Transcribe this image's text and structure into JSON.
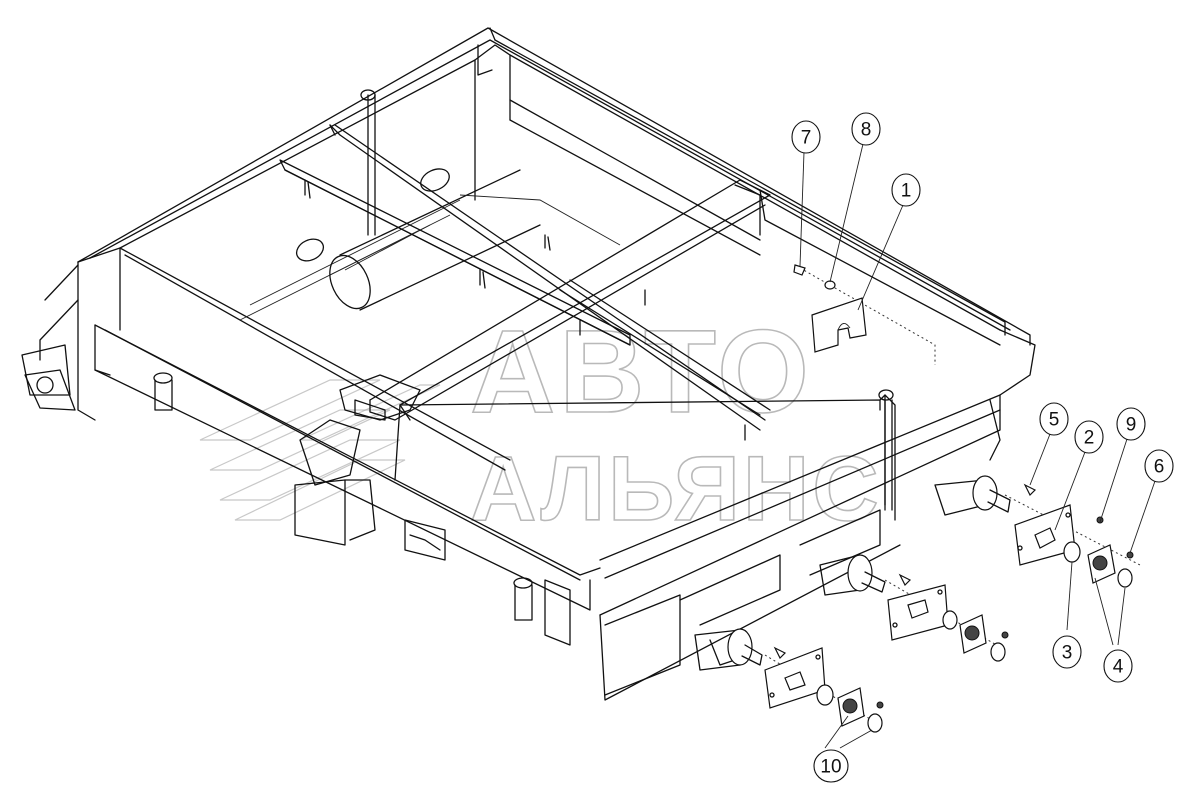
{
  "watermark": {
    "line1": "АВТО",
    "line2": "АЛЬЯНС"
  },
  "callouts": [
    {
      "id": "c1",
      "label": "1"
    },
    {
      "id": "c2",
      "label": "2"
    },
    {
      "id": "c3",
      "label": "3"
    },
    {
      "id": "c4",
      "label": "4"
    },
    {
      "id": "c5",
      "label": "5"
    },
    {
      "id": "c6",
      "label": "6"
    },
    {
      "id": "c7",
      "label": "7"
    },
    {
      "id": "c8",
      "label": "8"
    },
    {
      "id": "c9",
      "label": "9"
    },
    {
      "id": "c10",
      "label": "10"
    }
  ]
}
